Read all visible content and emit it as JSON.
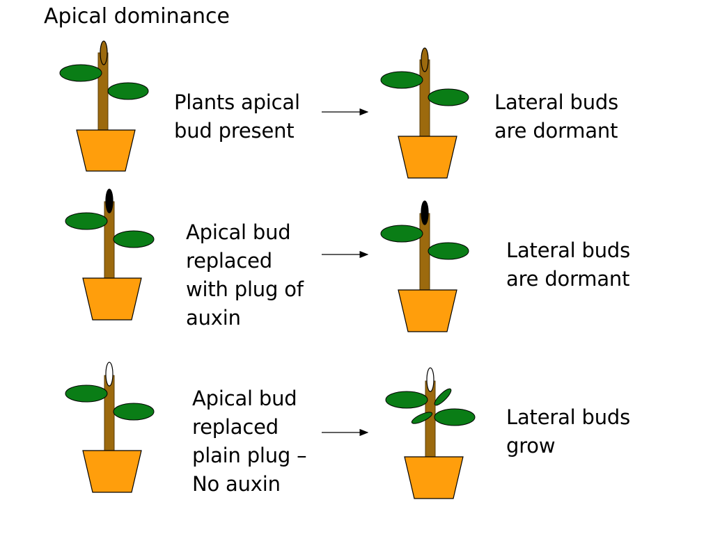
{
  "title": "Apical dominance",
  "colors": {
    "stem": "#9c6a0e",
    "pot": "#ff9e0c",
    "leaf": "#0a7d16",
    "bud_natural": "#9c6a0e",
    "bud_auxin_plug": "#000000",
    "bud_plain_plug": "#ffffff"
  },
  "rows": [
    {
      "condition": "Plants apical\nbud present",
      "result": "Lateral buds\nare dormant",
      "apical_tip": "bud_natural",
      "lateral_buds_growing": false
    },
    {
      "condition": "Apical bud\nreplaced\nwith plug of\nauxin",
      "result": "Lateral buds\nare dormant",
      "apical_tip": "bud_auxin_plug",
      "lateral_buds_growing": false
    },
    {
      "condition": "Apical bud\nreplaced\nplain plug –\nNo auxin",
      "result": "Lateral buds\ngrow",
      "apical_tip": "bud_plain_plug",
      "lateral_buds_growing": true
    }
  ]
}
